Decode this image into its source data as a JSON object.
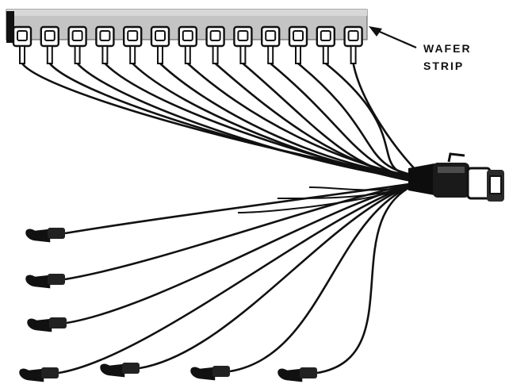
{
  "callout": {
    "line1": "WAFER",
    "line2": "STRIP"
  },
  "colors": {
    "ink": "#111111",
    "paper": "#ffffff",
    "strip": "#bfbfbf"
  },
  "counts": {
    "wafer_terminals": 13,
    "spade_lugs": 7
  }
}
